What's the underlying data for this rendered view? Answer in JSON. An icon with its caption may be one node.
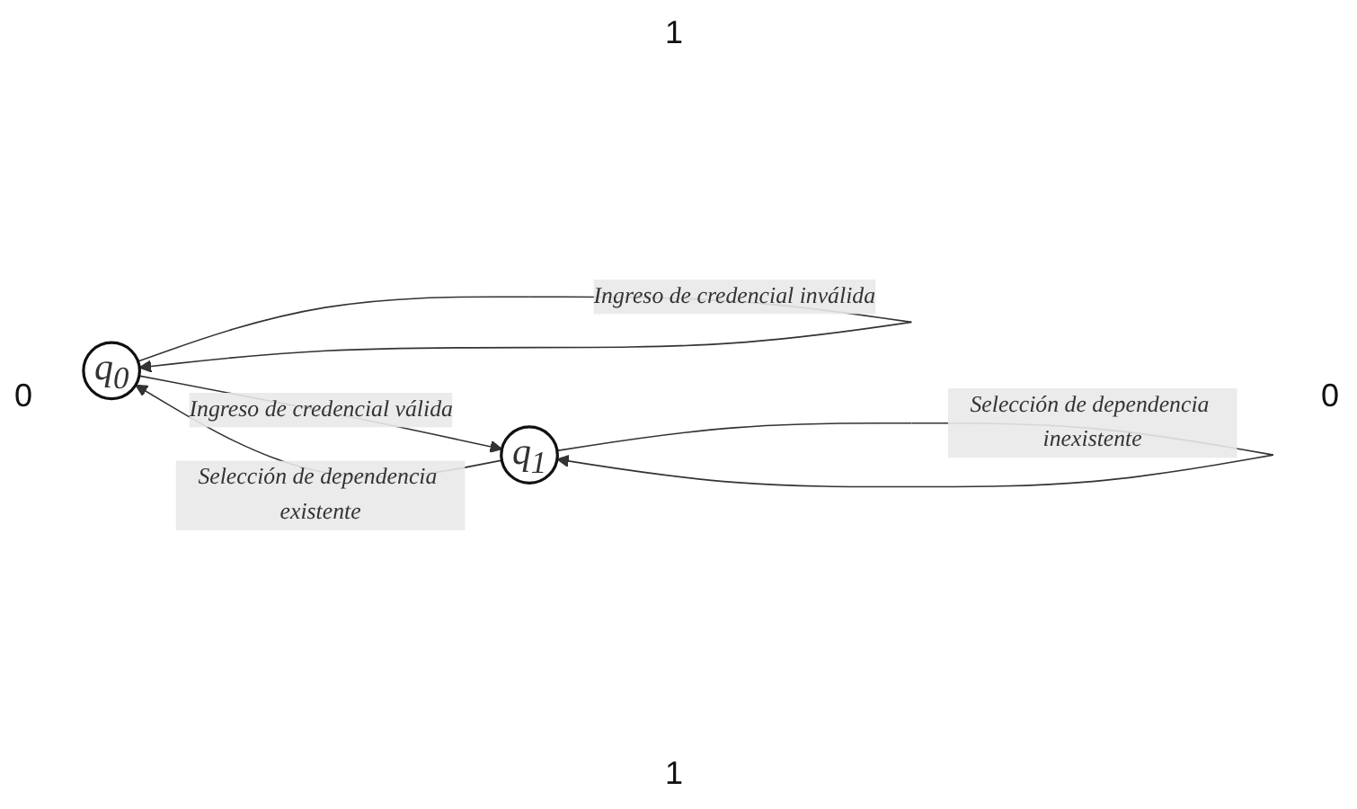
{
  "diagram": {
    "nodes": [
      {
        "text": [
          "q$_{0}$"
        ]
      },
      {
        "text": [
          "q$_{1}$"
        ]
      }
    ],
    "edges": [
      {
        "from": 0,
        "to": 1,
        "arrow": "to",
        "label": "Ingreso de credencial válida"
      },
      {
        "from": 0,
        "to": 0,
        "arrow": "to",
        "label": "Ingreso de credencial inválida"
      },
      {
        "from": 1,
        "to": 1,
        "arrow": "to",
        "label": "Selección de dependencia inexistente"
      },
      {
        "from": 1,
        "to": 0,
        "arrow": "to",
        "label": "Selección de dependencia existente"
      }
    ],
    "labels": [
      "1",
      "0",
      "0",
      "1"
    ]
  }
}
